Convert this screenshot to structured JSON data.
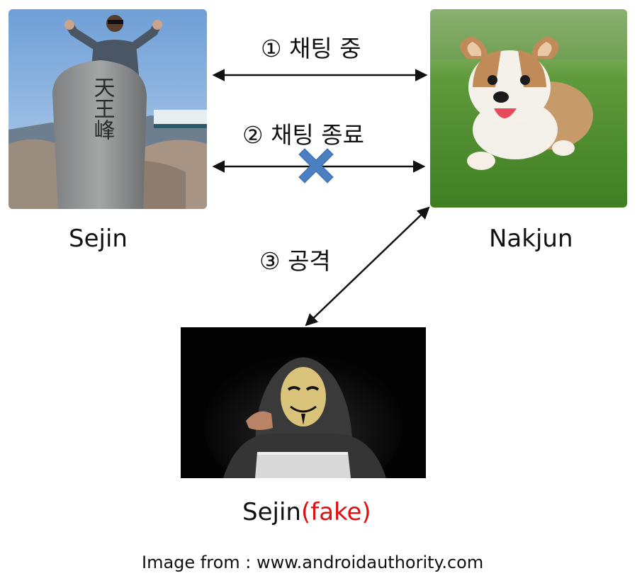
{
  "people": {
    "sejin": "Sejin",
    "nakjun": "Nakjun",
    "fake_name": "Sejin",
    "fake_suffix": "(fake)"
  },
  "steps": {
    "step1": "① 채팅 중",
    "step2": "② 채팅 종료",
    "step3": "③ 공격"
  },
  "credit": "Image from : www.androidauthority.com",
  "stone_text": "天王峰",
  "colors": {
    "arrow": "#111111",
    "cross_mark": "#4a7fc1",
    "fake_text": "#e01010"
  },
  "icons": {
    "cross_mark": "x-cross-icon"
  }
}
